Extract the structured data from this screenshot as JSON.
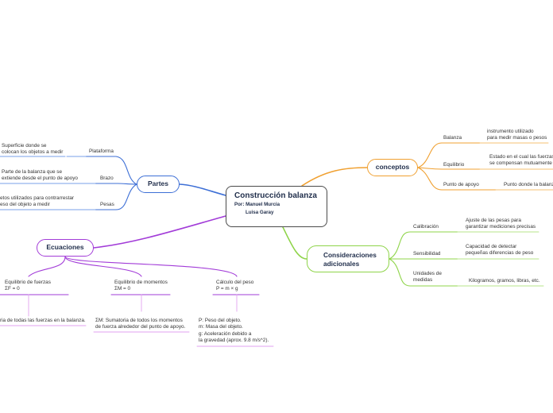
{
  "central": {
    "title": "Construcción balanza",
    "author_line1": "Por: Manuel Murcia",
    "author_line2": "Luisa Garay"
  },
  "partes": {
    "label": "Partes",
    "items": [
      {
        "name": "Plataforma",
        "desc": "Superficie donde se\ncolocan los objetos a medir"
      },
      {
        "name": "Brazo",
        "desc": "Parte de la balanza que se\nextiende desde el punto de apoyo"
      },
      {
        "name": "Pesas",
        "desc": "etos utilizados para contrarrestar\neso del objeto a medir"
      }
    ]
  },
  "conceptos": {
    "label": "conceptos",
    "items": [
      {
        "name": "Balanza",
        "desc": "instrumento utilizado\npara medir masas o pesos"
      },
      {
        "name": "Equilibrio",
        "desc": "Estado en el cual las fuerzas\nse compensan mutuamente"
      },
      {
        "name": "Punto de apoyo",
        "desc": "Punto donde la balanza"
      }
    ]
  },
  "consideraciones": {
    "label": "Consideraciones\nadicionales",
    "items": [
      {
        "name": "Calibración",
        "desc": "Ajuste de las pesas para\ngarantizar mediciones precisas"
      },
      {
        "name": "Sensibilidad",
        "desc": "Capacidad de detectar\npequeñas diferencias de peso"
      },
      {
        "name": "Unidades de\nmedidas",
        "desc": "Kilogramos, gramos, libras, etc."
      }
    ]
  },
  "ecuaciones": {
    "label": "Ecuaciones",
    "items": [
      {
        "name": "Equilibrio de fuerzas\nΣF = 0",
        "desc": "ria de todas las fuerzas en la balanza."
      },
      {
        "name": "Equilibrio de momentos\nΣM = 0",
        "desc": "ΣM: Sumatoria de todos los momentos\nde fuerza alrededor del punto de apoyo."
      },
      {
        "name": "Cálculo del peso\nP = m × g",
        "desc": "P: Peso del objeto.\nm: Masa del objeto.\ng: Aceleración debido a\nla gravedad (aprox. 9.8 m/s^2)."
      }
    ]
  },
  "colors": {
    "partes": "#3d6fd6",
    "conceptos": "#f0a030",
    "consideraciones": "#8fd44a",
    "ecuaciones": "#a23cd8",
    "central_border": "#4a4a4a",
    "ecuaciones_detail": "#e2a2f0"
  }
}
